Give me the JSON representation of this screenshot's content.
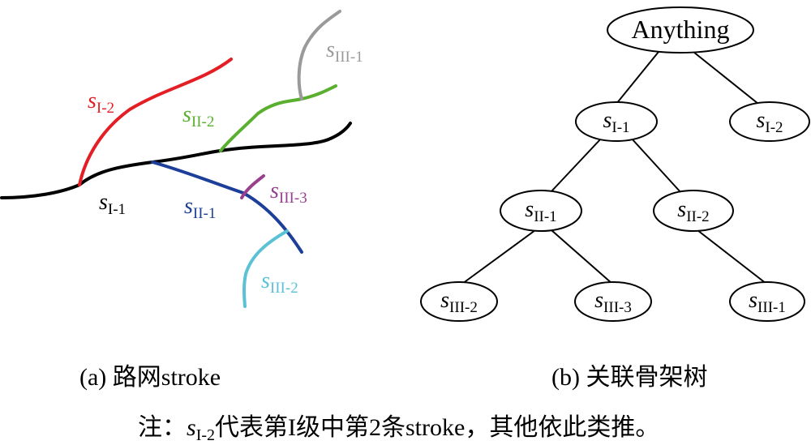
{
  "road_network": {
    "strokes": [
      {
        "id": "I-1",
        "prefix": "s",
        "sub": "I-1",
        "color": "#000000"
      },
      {
        "id": "I-2",
        "prefix": "s",
        "sub": "I-2",
        "color": "#e31e24"
      },
      {
        "id": "II-1",
        "prefix": "s",
        "sub": "II-1",
        "color": "#1d3f9a"
      },
      {
        "id": "II-2",
        "prefix": "s",
        "sub": "II-2",
        "color": "#5aaf2f"
      },
      {
        "id": "III-1",
        "prefix": "s",
        "sub": "III-1",
        "color": "#9a9a9a"
      },
      {
        "id": "III-2",
        "prefix": "s",
        "sub": "III-2",
        "color": "#5bc2d6"
      },
      {
        "id": "III-3",
        "prefix": "s",
        "sub": "III-3",
        "color": "#9a3f8e"
      }
    ],
    "caption": "(a) 路网stroke"
  },
  "tree": {
    "root": "Anything",
    "nodes": [
      {
        "id": "I-1",
        "prefix": "s",
        "sub": "I-1",
        "parent": "root"
      },
      {
        "id": "I-2",
        "prefix": "s",
        "sub": "I-2",
        "parent": "root"
      },
      {
        "id": "II-1",
        "prefix": "s",
        "sub": "II-1",
        "parent": "I-1"
      },
      {
        "id": "II-2",
        "prefix": "s",
        "sub": "II-2",
        "parent": "I-1"
      },
      {
        "id": "III-2",
        "prefix": "s",
        "sub": "III-2",
        "parent": "II-1"
      },
      {
        "id": "III-3",
        "prefix": "s",
        "sub": "III-3",
        "parent": "II-1"
      },
      {
        "id": "III-1",
        "prefix": "s",
        "sub": "III-1",
        "parent": "II-2"
      }
    ],
    "caption": "(b) 关联骨架树"
  },
  "note": {
    "lead": "注：",
    "prefix": "s",
    "sub": "I-2",
    "text": "代表第I级中第2条stroke，其他依此类推。"
  }
}
